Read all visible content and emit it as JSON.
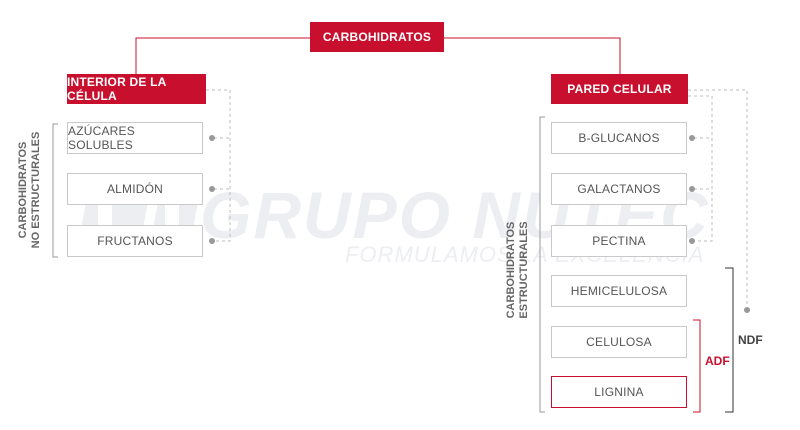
{
  "root": {
    "label": "CARBOHIDRATOS"
  },
  "left": {
    "header": "INTERIOR DE LA CÉLULA",
    "items": [
      "AZÚCARES SOLUBLES",
      "ALMIDÓN",
      "FRUCTANOS"
    ],
    "bracket_label": [
      "CARBOHIDRATOS",
      "NO ESTRUCTURALES"
    ]
  },
  "right": {
    "header": "PARED CELULAR",
    "items": [
      "B-GLUCANOS",
      "GALACTANOS",
      "PECTINA",
      "HEMICELULOSA",
      "CELULOSA",
      "LIGNINA"
    ],
    "bracket_label": [
      "CARBOHIDRATOS",
      "ESTRUCTURALES"
    ],
    "adf_label": "ADF",
    "ndf_label": "NDF"
  },
  "watermark": {
    "logo_initials": "GN",
    "brand": "GRUPO NUTEC",
    "tagline": "FORMULAMOS LA EXCELENCIA"
  },
  "colors": {
    "accent": "#c8102e",
    "box_border": "#c9c9c9",
    "dashed": "#bdbdbd",
    "text": "#555555",
    "watermark": "#eceef1"
  }
}
